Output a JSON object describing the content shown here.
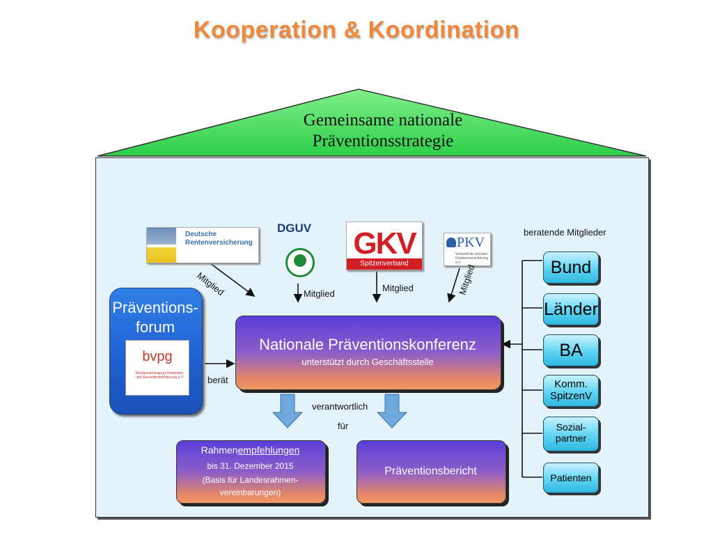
{
  "title": "Kooperation & Koordination",
  "roof": {
    "line1": "Gemeinsame nationale",
    "line2": "Präventionsstrategie"
  },
  "logos": {
    "drv": "Deutsche Rentenversicherung",
    "dguv": "DGUV",
    "gkv": "GKV",
    "gkv_sub": "Spitzenverband",
    "pkv": "PKV",
    "pkv_sub": "Verband der privaten Krankenversicherung e.V.",
    "bvpg": "bvpg",
    "bvpg_sub": "Bundesvereinigung Prävention und Gesundheitsförderung e.V."
  },
  "labels": {
    "mitglied": "Mitglied",
    "beraet": "berät",
    "verantwortlich": "verantwortlich",
    "fuer": "für",
    "beratende_mitglieder": "beratende Mitglieder"
  },
  "forum": {
    "line1": "Präventions-",
    "line2": "forum"
  },
  "npk": {
    "title": "Nationale Präventionskonferenz",
    "subtitle": "unterstützt durch Geschäftsstelle"
  },
  "rahmen": {
    "prefix": "Rahmen",
    "underlined": "empfehlungen",
    "line2": "bis 31. Dezember 2015",
    "line3": "(Basis für Landesrahmen-",
    "line4": "vereinbarungen)"
  },
  "bericht": "Präventionsbericht",
  "advisory": {
    "bund": "Bund",
    "laender": "Länder",
    "ba": "BA",
    "komm1": "Komm.",
    "komm2": "SpitzenV",
    "sozial1": "Sozial-",
    "sozial2": "partner",
    "patienten": "Patienten"
  },
  "colors": {
    "title": "#f0883c",
    "roof": "#4cd964",
    "house": "#e4f3fa",
    "forum": "#2f7fe8",
    "advisory": "#5fd4f2",
    "down_arrow": "#6ea8dc"
  }
}
